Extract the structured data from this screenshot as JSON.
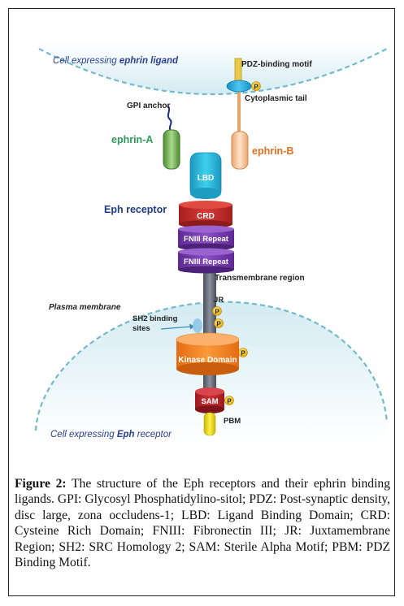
{
  "diagram": {
    "top_cell_label_prefix": "Cell expressing ",
    "top_cell_label_emph": "ephrin ligand",
    "bottom_cell_label_prefix": "Cell expressing ",
    "bottom_cell_label_emph": "Eph",
    "bottom_cell_label_suffix": " receptor",
    "pdz_binding_motif": "PDZ-binding motif",
    "cytoplasmic_tail": "Cytoplasmic tail",
    "gpi_anchor": "GPI anchor",
    "ephrin_a": "ephrin-A",
    "ephrin_b": "ephrin-B",
    "lbd": "LBD",
    "eph_receptor": "Eph receptor",
    "crd": "CRD",
    "fniii_1": "FNIII Repeat",
    "fniii_2": "FNIII Repeat",
    "transmembrane_region": "Transmembrane region",
    "plasma_membrane": "Plasma membrane",
    "jr": "JR",
    "sh2_line1": "SH2 binding",
    "sh2_line2": "sites",
    "kinase_domain": "Kinase  Domain",
    "sam": "SAM",
    "pbm": "PBM",
    "phospho": "P",
    "colors": {
      "cell": "#dff0f5",
      "lbd": "#29b9d8",
      "crd": "#c9302c",
      "fniii": "#7b3fb0",
      "kinase": "#f5841f",
      "sam": "#b8222a",
      "pbm": "#e6d100",
      "phospho": "#f2c300",
      "ephrin_a": "#7db553",
      "ephrin_b": "#f7c59a",
      "label_blue": "#1f3c88",
      "label_green": "#2e9a5a",
      "label_orange": "#e0701f"
    }
  },
  "caption": {
    "heading": "Figure 2:",
    "text": " The structure of the Eph receptors and their ephrin binding ligands. GPI: Glycosyl Phosphatidylino-sitol; PDZ: Post-synaptic density, disc large, zona occludens-1; LBD: Ligand Binding Domain; CRD: Cysteine Rich Domain; FNIII: Fibronectin III; JR: Juxtamembrane Region; SH2: SRC Homology 2; SAM: Sterile Alpha Motif; PBM: PDZ Binding Motif."
  }
}
